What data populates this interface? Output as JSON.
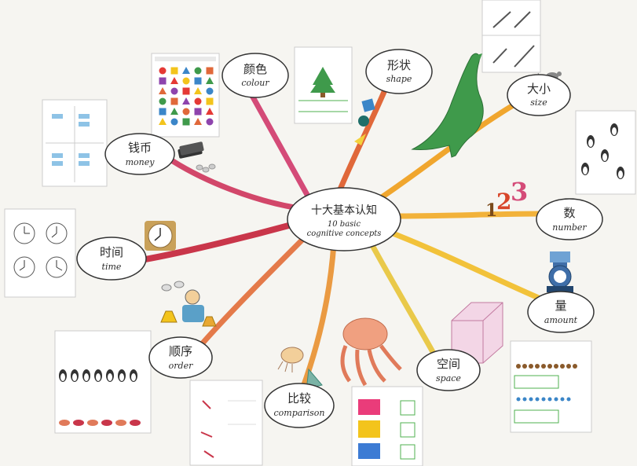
{
  "center": {
    "zh": "十大基本认知",
    "en_line1": "10 basic",
    "en_line2": "cognitive concepts"
  },
  "branches": [
    {
      "zh": "颜色",
      "en": "colour",
      "color": "#d44b78"
    },
    {
      "zh": "形状",
      "en": "shape",
      "color": "#e0683a"
    },
    {
      "zh": "大小",
      "en": "size",
      "color": "#f0a62e"
    },
    {
      "zh": "数",
      "en": "number",
      "color": "#f2b23a"
    },
    {
      "zh": "量",
      "en": "amount",
      "color": "#f2c23a"
    },
    {
      "zh": "空间",
      "en": "space",
      "color": "#e9c94a"
    },
    {
      "zh": "比较",
      "en": "comparison",
      "color": "#ea9a42"
    },
    {
      "zh": "顺序",
      "en": "order",
      "color": "#e47a4a"
    },
    {
      "zh": "时间",
      "en": "time",
      "color": "#c9364a"
    },
    {
      "zh": "钱币",
      "en": "money",
      "color": "#d2476a"
    }
  ],
  "number_digits": [
    "1",
    "2",
    "3"
  ]
}
